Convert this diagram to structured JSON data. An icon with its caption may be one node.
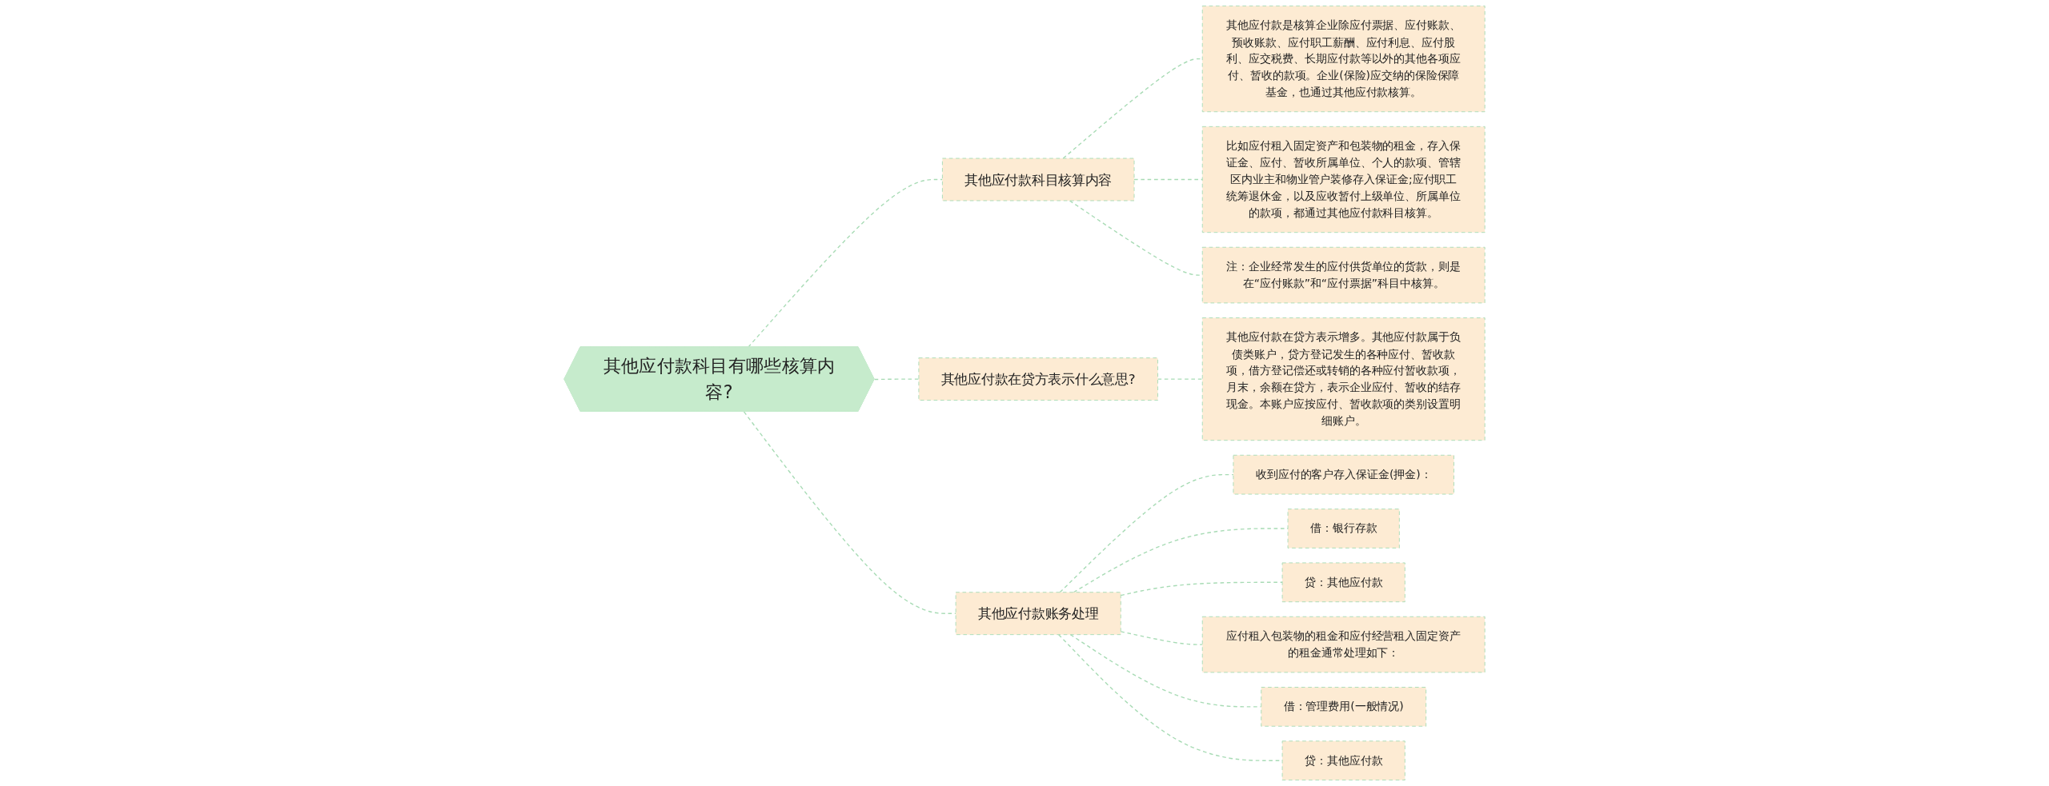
{
  "diagram": {
    "nodes": [
      {
        "text": [
          "其他应付款科目有哪些核算内容?"
        ]
      },
      {
        "text": [
          "其他应付款科目核算内容"
        ]
      },
      {
        "text": [
          "其他应付款是核算企业除应付票据、应付账款、预收账款、应付职工薪酬、应付利息、应付股利、应交税费、长期应付款等以外的其他各项应付、暂收的款项。企业(保险)应交纳的保险保障基金，也通过其他应付款核算。"
        ]
      },
      {
        "text": [
          "比如应付租入固定资产和包装物的租金，存入保证金、应付、暂收所属单位、个人的款项、管辖区内业主和物业管户装修存入保证金;应付职工统筹退休金，以及应收暂付上级单位、所属单位的款项，都通过其他应付款科目核算。"
        ]
      },
      {
        "text": [
          "注：企业经常发生的应付供货单位的货款，则是在“应付账款”和“应付票据”科目中核算。"
        ]
      },
      {
        "text": [
          "其他应付款在贷方表示什么意思?"
        ]
      },
      {
        "text": [
          "其他应付款在贷方表示增多。其他应付款属于负债类账户，贷方登记发生的各种应付、暂收款项，借方登记偿还或转销的各种应付暂收款项，月末，余额在贷方，表示企业应付、暂收的结存现金。本账户应按应付、暂收款项的类别设置明细账户。"
        ]
      },
      {
        "text": [
          "其他应付款账务处理"
        ]
      },
      {
        "text": [
          "收到应付的客户存入保证金(押金)："
        ]
      },
      {
        "text": [
          "借：银行存款"
        ]
      },
      {
        "text": [
          "贷：其他应付款"
        ]
      },
      {
        "text": [
          "应付租入包装物的租金和应付经营租入固定资产的租金通常处理如下："
        ]
      },
      {
        "text": [
          "借：管理费用(一般情况)"
        ]
      },
      {
        "text": [
          "贷：其他应付款"
        ]
      }
    ],
    "edges": [
      {
        "from": 0,
        "to": 1,
        "arrow": "none",
        "style": "dashed"
      },
      {
        "from": 1,
        "to": 2,
        "arrow": "none",
        "style": "dashed"
      },
      {
        "from": 1,
        "to": 3,
        "arrow": "none",
        "style": "dashed"
      },
      {
        "from": 1,
        "to": 4,
        "arrow": "none",
        "style": "dashed"
      },
      {
        "from": 0,
        "to": 5,
        "arrow": "none",
        "style": "dashed"
      },
      {
        "from": 5,
        "to": 6,
        "arrow": "none",
        "style": "dashed"
      },
      {
        "from": 0,
        "to": 7,
        "arrow": "none",
        "style": "dashed"
      },
      {
        "from": 7,
        "to": 8,
        "arrow": "none",
        "style": "dashed"
      },
      {
        "from": 7,
        "to": 9,
        "arrow": "none",
        "style": "dashed"
      },
      {
        "from": 7,
        "to": 10,
        "arrow": "none",
        "style": "dashed"
      },
      {
        "from": 7,
        "to": 11,
        "arrow": "none",
        "style": "dashed"
      },
      {
        "from": 7,
        "to": 12,
        "arrow": "none",
        "style": "dashed"
      },
      {
        "from": 7,
        "to": 13,
        "arrow": "none",
        "style": "dashed"
      }
    ]
  }
}
